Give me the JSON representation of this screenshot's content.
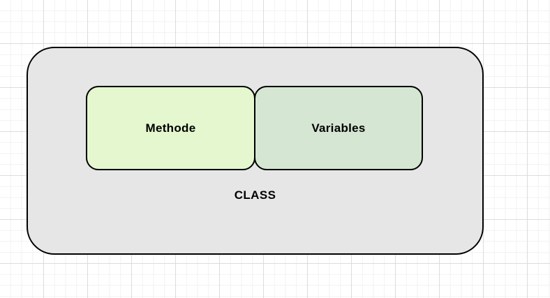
{
  "canvas": {
    "background_color": "#ffffff",
    "grid_minor_color": "#f2f2f2",
    "grid_major_color": "#dcdcdc"
  },
  "diagram": {
    "container": {
      "label": "CLASS",
      "fill_color": "#e6e6e6",
      "stroke_color": "#000000"
    },
    "nodes": [
      {
        "label": "Methode",
        "fill_color": "#e4f7cf",
        "stroke_color": "#000000"
      },
      {
        "label": "Variables",
        "fill_color": "#d5e6d3",
        "stroke_color": "#000000"
      }
    ]
  }
}
